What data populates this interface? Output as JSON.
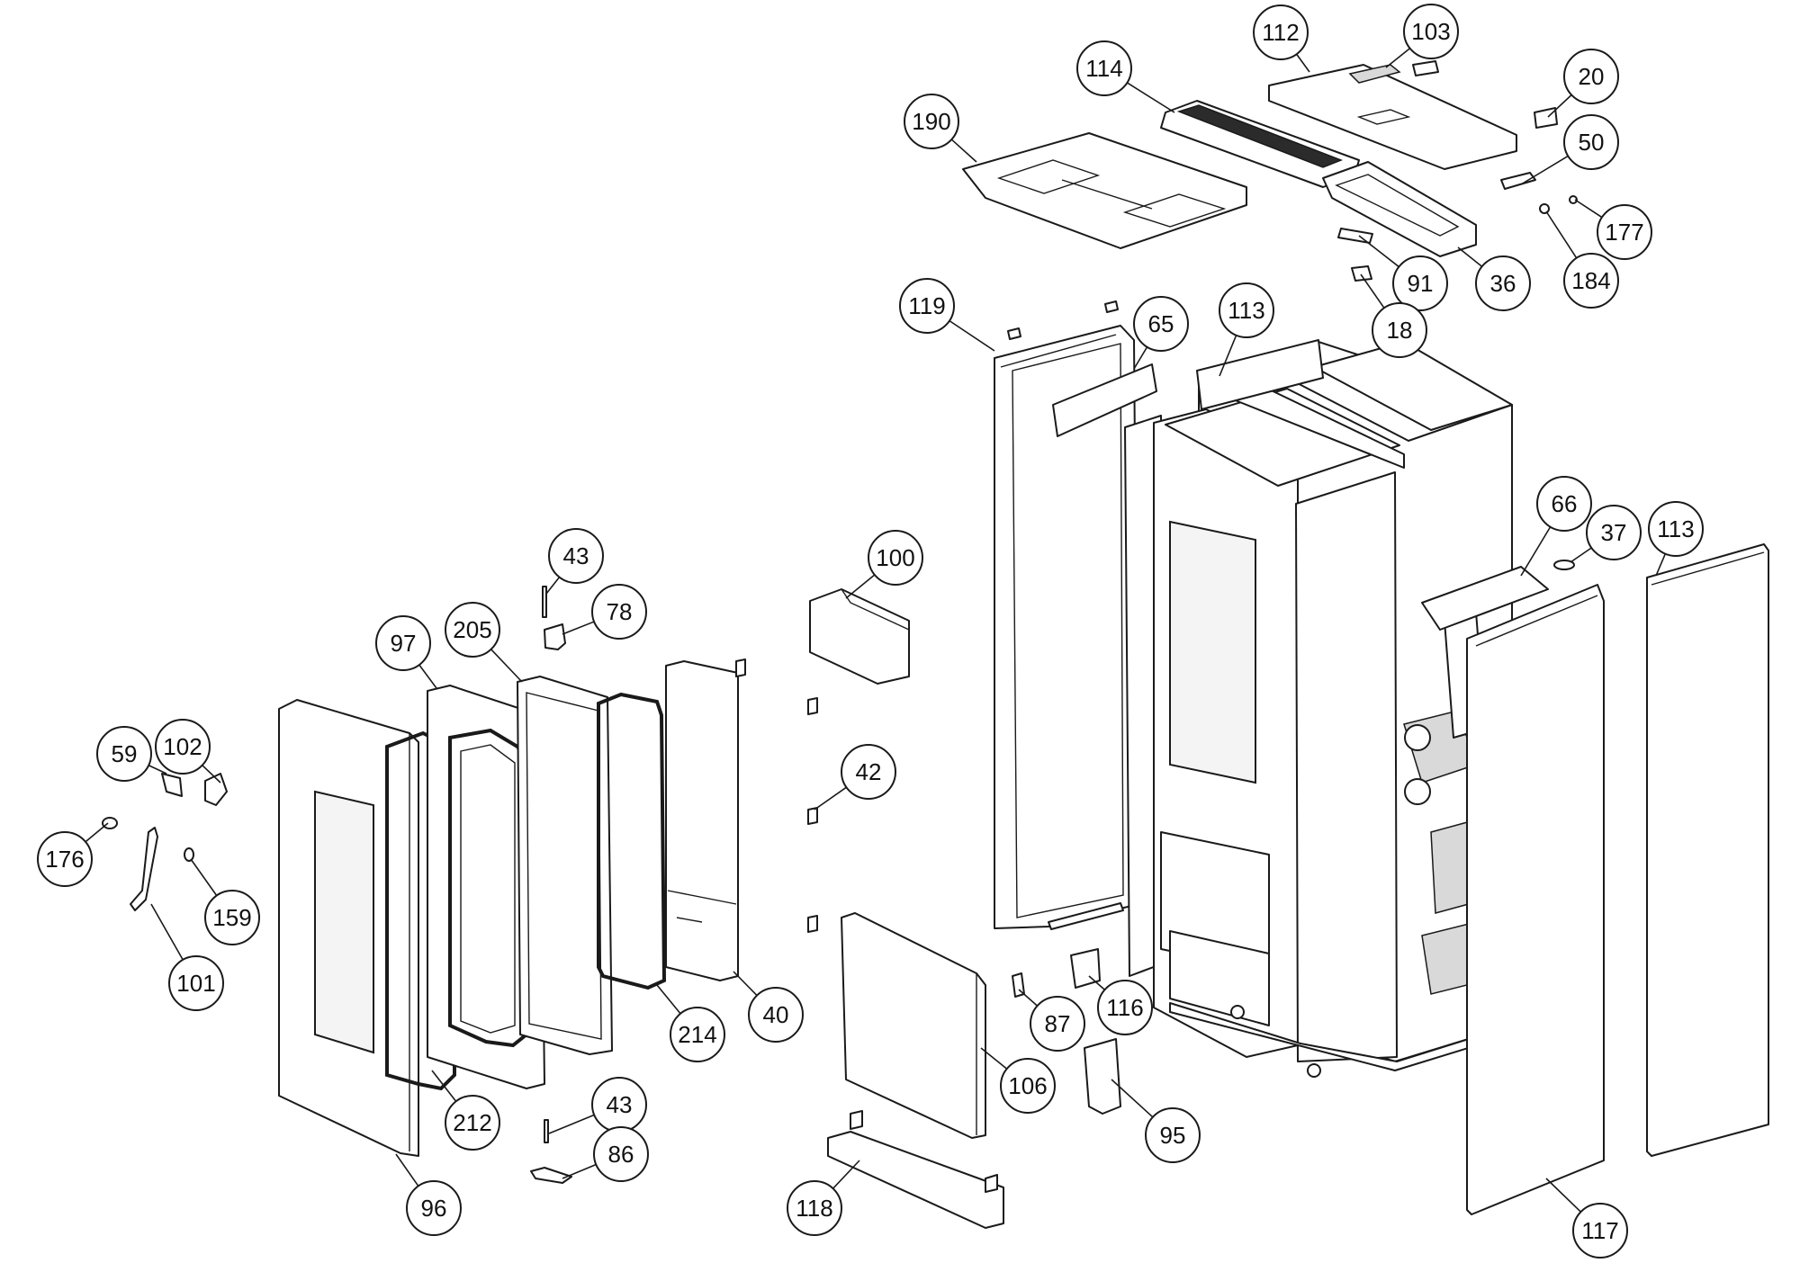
{
  "callouts": [
    {
      "id": "c112",
      "label": "112"
    },
    {
      "id": "c103",
      "label": "103"
    },
    {
      "id": "c114",
      "label": "114"
    },
    {
      "id": "c20",
      "label": "20"
    },
    {
      "id": "c190",
      "label": "190"
    },
    {
      "id": "c50",
      "label": "50"
    },
    {
      "id": "c177",
      "label": "177"
    },
    {
      "id": "c91",
      "label": "91"
    },
    {
      "id": "c36",
      "label": "36"
    },
    {
      "id": "c184",
      "label": "184"
    },
    {
      "id": "c18",
      "label": "18"
    },
    {
      "id": "c119",
      "label": "119"
    },
    {
      "id": "c65",
      "label": "65"
    },
    {
      "id": "c113a",
      "label": "113"
    },
    {
      "id": "c66",
      "label": "66"
    },
    {
      "id": "c37",
      "label": "37"
    },
    {
      "id": "c113b",
      "label": "113"
    },
    {
      "id": "c43a",
      "label": "43"
    },
    {
      "id": "c100",
      "label": "100"
    },
    {
      "id": "c78",
      "label": "78"
    },
    {
      "id": "c97",
      "label": "97"
    },
    {
      "id": "c205",
      "label": "205"
    },
    {
      "id": "c59",
      "label": "59"
    },
    {
      "id": "c102",
      "label": "102"
    },
    {
      "id": "c42",
      "label": "42"
    },
    {
      "id": "c176",
      "label": "176"
    },
    {
      "id": "c159",
      "label": "159"
    },
    {
      "id": "c101",
      "label": "101"
    },
    {
      "id": "c40",
      "label": "40"
    },
    {
      "id": "c214",
      "label": "214"
    },
    {
      "id": "c87",
      "label": "87"
    },
    {
      "id": "c116",
      "label": "116"
    },
    {
      "id": "c106",
      "label": "106"
    },
    {
      "id": "c43b",
      "label": "43"
    },
    {
      "id": "c212",
      "label": "212"
    },
    {
      "id": "c95",
      "label": "95"
    },
    {
      "id": "c86",
      "label": "86"
    },
    {
      "id": "c96",
      "label": "96"
    },
    {
      "id": "c118",
      "label": "118"
    },
    {
      "id": "c117",
      "label": "117"
    }
  ]
}
